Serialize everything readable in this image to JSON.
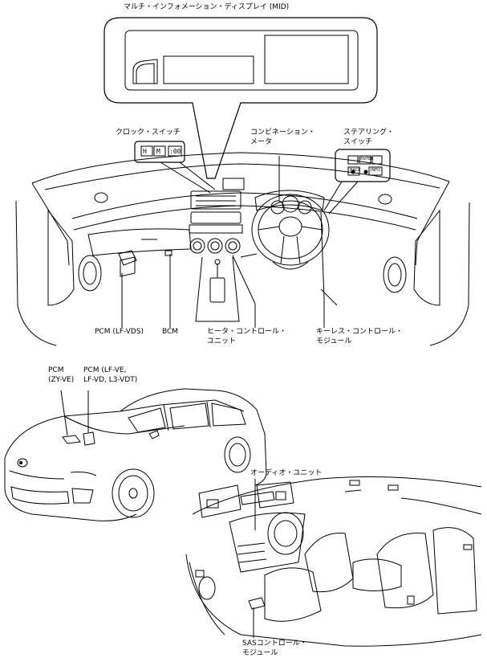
{
  "labels": {
    "mid": "マルチ・インフォメーション・ディスプレイ (MID)",
    "clock_switch": "クロック・スイッチ",
    "combination_meter_1": "コンビネーション・",
    "combination_meter_2": "メータ",
    "steering_switch_1": "ステアリング・",
    "steering_switch_2": "スイッチ",
    "pcm_lf_vds": "PCM (LF-VDS)",
    "bcm": "BCM",
    "heater_control_1": "ヒータ・コントロール・",
    "heater_control_2": "ユニット",
    "keyless_control_1": "キーレス・コントロール・",
    "keyless_control_2": "モジュール",
    "pcm_zy_1": "PCM",
    "pcm_zy_2": "(ZY-VE)",
    "pcm_lf_ve_1": "PCM (LF-VE,",
    "pcm_lf_ve_2": "LF-VD, L3-VDT)",
    "audio_unit": "オーディオ・ユニット",
    "sas_control_1": "SASコントロール・",
    "sas_control_2": "モジュール"
  },
  "clock_display": {
    "h": "H",
    "m": "M",
    "zero": ":00"
  },
  "steering_buttons": {
    "enter": "ENTER",
    "back": "BACK",
    "info": "INFO"
  },
  "colors": {
    "line": "#000000",
    "background": "#ffffff",
    "screen_fill": "#ffffff"
  }
}
